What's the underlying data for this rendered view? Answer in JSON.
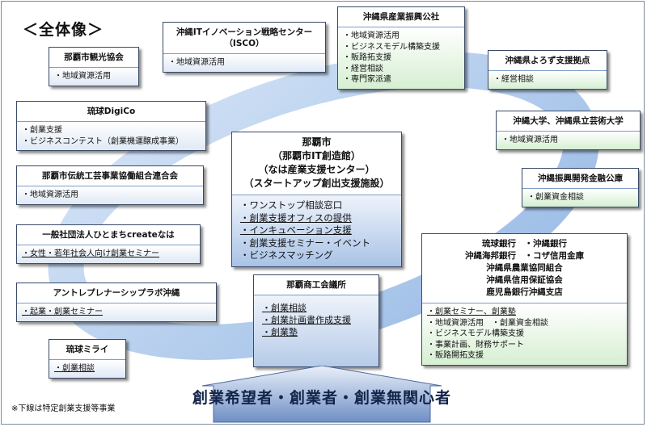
{
  "title": "＜全体像＞",
  "note": "※下線は特定創業支援等事業",
  "colors": {
    "ring": "#9fc0e8",
    "border": "#3a4a66",
    "arrow_top": "#eaf0fa",
    "arrow_bottom": "#6e8fc4"
  },
  "center": {
    "heading": [
      "那覇市",
      "（那覇市IT創造館）",
      "（なは産業支援センター）",
      "（スタートアップ創出支援施設）"
    ],
    "items": [
      {
        "text": "・ワンストップ相談窓口",
        "underline": false
      },
      {
        "text": "・創業支援オフィスの提供",
        "underline": true
      },
      {
        "text": "・インキュベーション支援",
        "underline": true
      },
      {
        "text": "・創業支援セミナー・イベント",
        "underline": false
      },
      {
        "text": "・ビジネスマッチング",
        "underline": false
      }
    ]
  },
  "orgs": [
    {
      "id": "kanko",
      "name": [
        "那覇市観光協会"
      ],
      "items": [
        {
          "text": "・地域資源活用",
          "underline": false
        }
      ]
    },
    {
      "id": "isco",
      "name": [
        "沖縄ITイノベーション戦略センター",
        "（ISCO）"
      ],
      "items": [
        {
          "text": "・地域資源活用",
          "underline": false
        }
      ]
    },
    {
      "id": "sangyo",
      "name": [
        "沖縄県産業振興公社"
      ],
      "items": [
        {
          "text": "・地域資源活用",
          "underline": false
        },
        {
          "text": "・ビジネスモデル構築支援",
          "underline": false
        },
        {
          "text": "・販路拓支援",
          "underline": false
        },
        {
          "text": "・経営相談",
          "underline": false
        },
        {
          "text": "・専門家派遣",
          "underline": false
        }
      ]
    },
    {
      "id": "yorozu",
      "name": [
        "沖縄県よろず支援拠点"
      ],
      "items": [
        {
          "text": "・経営相談",
          "underline": false
        }
      ]
    },
    {
      "id": "digico",
      "name": [
        "琉球DigiCo"
      ],
      "items": [
        {
          "text": "・創業支援",
          "underline": false
        },
        {
          "text": "・ビジネスコンテスト（創業機運醸成事業）",
          "underline": false
        }
      ]
    },
    {
      "id": "daigaku",
      "name": [
        "沖縄大学、沖縄県立芸術大学"
      ],
      "items": [
        {
          "text": "・地域資源活用",
          "underline": false
        }
      ]
    },
    {
      "id": "dento",
      "name": [
        "那覇市伝統工芸事業協働組合連合会"
      ],
      "items": [
        {
          "text": "・地域資源活用",
          "underline": false
        }
      ]
    },
    {
      "id": "koko",
      "name": [
        "沖縄振興開発金融公庫"
      ],
      "items": [
        {
          "text": "・創業資金相談",
          "underline": false
        }
      ]
    },
    {
      "id": "hitomachi",
      "name": [
        "一般社団法人ひとまちcreateなは"
      ],
      "items": [
        {
          "text": "・女性・若年社会人向け創業セミナー",
          "underline": true
        }
      ]
    },
    {
      "id": "lab",
      "name": [
        "アントレプレナーシップラボ沖縄"
      ],
      "items": [
        {
          "text": "・起業・創業セミナー",
          "underline": true
        }
      ]
    },
    {
      "id": "shoukai",
      "name": [
        "那覇商工会議所"
      ],
      "items": [
        {
          "text": "・創業相談",
          "underline": true
        },
        {
          "text": "・創業計画書作成支援",
          "underline": true
        },
        {
          "text": "・創業塾",
          "underline": true
        }
      ]
    },
    {
      "id": "mirai",
      "name": [
        "琉球ミライ"
      ],
      "items": [
        {
          "text": "・創業相談",
          "underline": true
        }
      ]
    },
    {
      "id": "banks",
      "name": [
        "琉球銀行　・沖縄銀行",
        "沖縄海邦銀行　・コザ信用金庫",
        "沖縄県農業協同組合",
        "沖縄県信用保証協会",
        "鹿児島銀行沖縄支店"
      ],
      "items": [
        {
          "text": "・創業セミナー、創業塾",
          "underline": true
        },
        {
          "text": "・地域資源活用　・創業資金相談",
          "underline": false
        },
        {
          "text": "・ビジネスモデル構築支援",
          "underline": false
        },
        {
          "text": "・事業計画、財務サポート",
          "underline": false
        },
        {
          "text": "・販路開拓支援",
          "underline": false
        }
      ]
    }
  ],
  "arrow_label": "創業希望者・創業者・創業無関心者"
}
